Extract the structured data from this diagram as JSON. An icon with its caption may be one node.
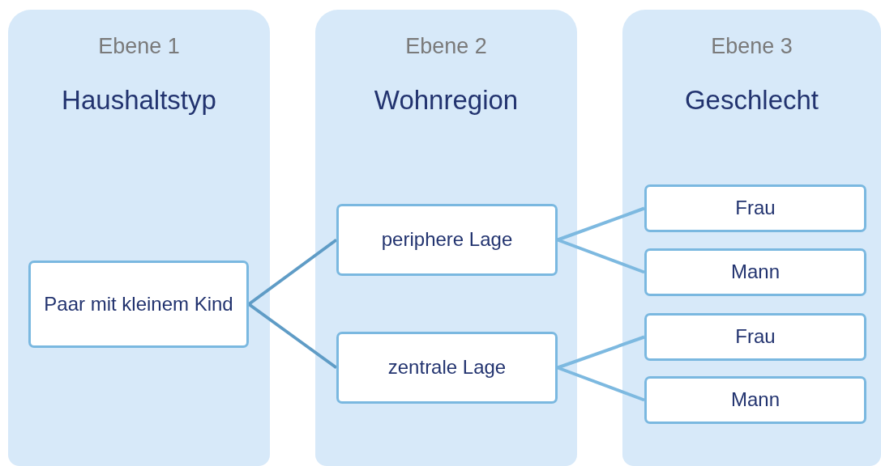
{
  "diagram": {
    "nodes": [
      {
        "text": [
          "Ebene 1",
          "Haushaltstyp"
        ]
      },
      {
        "text": [
          "Ebene 2",
          "Wohnregion"
        ]
      },
      {
        "text": [
          "Ebene 3",
          "Geschlecht"
        ]
      },
      {
        "text": [
          "Paar mit kleinem Kind"
        ],
        "in": 0
      },
      {
        "text": [
          "periphere Lage"
        ],
        "in": 1
      },
      {
        "text": [
          "zentrale Lage"
        ],
        "in": 1
      },
      {
        "text": [
          "Frau"
        ],
        "in": 2
      },
      {
        "text": [
          "Mann"
        ],
        "in": 2
      },
      {
        "text": [
          "Frau"
        ],
        "in": 2
      },
      {
        "text": [
          "Mann"
        ],
        "in": 2
      }
    ],
    "edges": [
      {
        "from": 3,
        "to": 4,
        "arrow": "none",
        "color": "#5f9cc6"
      },
      {
        "from": 3,
        "to": 5,
        "arrow": "none",
        "color": "#5f9cc6"
      },
      {
        "from": 4,
        "to": 6,
        "arrow": "none"
      },
      {
        "from": 4,
        "to": 7,
        "arrow": "none"
      },
      {
        "from": 5,
        "to": 8,
        "arrow": "none"
      },
      {
        "from": 5,
        "to": 9,
        "arrow": "none"
      }
    ]
  }
}
